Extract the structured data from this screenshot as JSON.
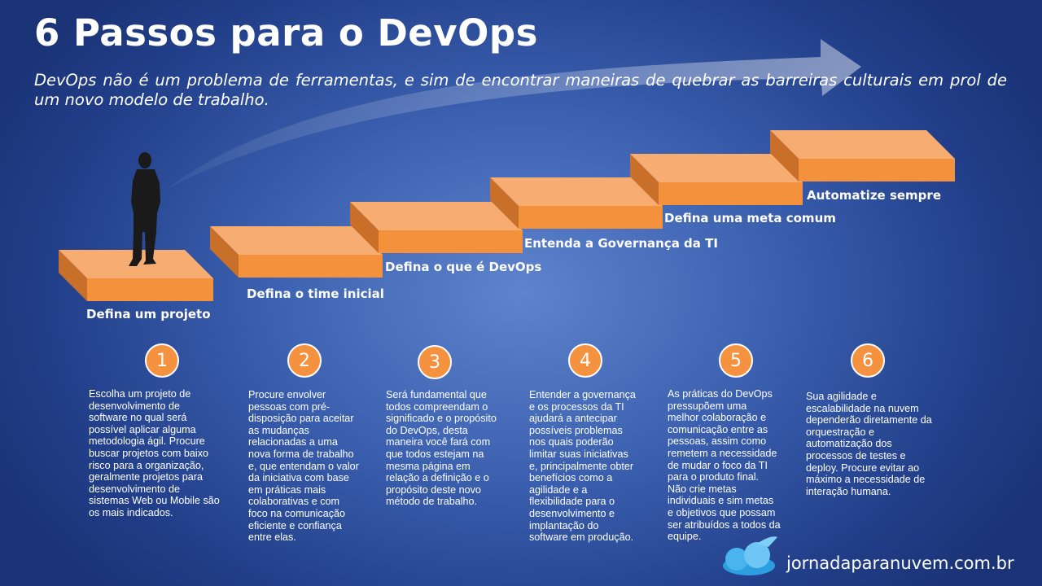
{
  "title": "6 Passos para o DevOps",
  "subtitle": "DevOps não é um problema de ferramentas, e sim de encontrar maneiras de quebrar as barreiras culturais em prol de um novo modelo de trabalho.",
  "colors": {
    "background_center": "#5f84cd",
    "background_edge": "#1b3478",
    "step_top": "#f7ad72",
    "step_front": "#f4913d",
    "step_side": "#c8702a",
    "circle": "#f4923f"
  },
  "steps": [
    {
      "number": "1",
      "label": "Defina um projeto",
      "text": "Escolha um projeto de\ndesenvolvimento de\nsoftware no qual será\npossível aplicar alguma\nmetodologia ágil. Procure\nbuscar projetos com baixo\nrisco para a organização,\ngeralmente projetos para\ndesenvolvimento de\nsistemas Web ou Mobile são\nos mais indicados."
    },
    {
      "number": "2",
      "label": "Defina o time inicial",
      "text": "Procure envolver\npessoas com pré-\ndisposição para aceitar\nas mudanças\nrelacionadas a uma\nnova forma de trabalho\ne, que entendam o valor\nda iniciativa com base\nem práticas mais\ncolaborativas e com\nfoco na comunicação\neficiente e confiança\nentre elas."
    },
    {
      "number": "3",
      "label": "Defina o que é DevOps",
      "text": "Será fundamental que\ntodos compreendam o\nsignificado e o propósito\ndo DevOps, desta\nmaneira você fará com\nque todos estejam na\nmesma página em\nrelação a definição e o\npropósito deste novo\nmétodo de trabalho."
    },
    {
      "number": "4",
      "label": "Entenda a Governança da TI",
      "text": "Entender a governança\ne os processos da TI\najudará a antecipar\npossíveis problemas\nnos quais poderão\nlimitar suas iniciativas\ne, principalmente obter\nbenefícios como a\nagilidade e a\nflexibilidade para o\ndesenvolvimento e\nimplantação do\nsoftware em produção."
    },
    {
      "number": "5",
      "label": "Defina uma meta comum",
      "text": "As práticas do DevOps\npressupõem uma\nmelhor colaboração e\ncomunicação entre as\npessoas, assim como\nremetem a necessidade\nde mudar o foco da TI\npara o produto final.\nNão crie metas\nindividuais e sim metas\ne objetivos que possam\nser atribuídos a todos da\nequipe."
    },
    {
      "number": "6",
      "label": "Automatize sempre",
      "text": "Sua agilidade e\nescalabilidade na nuvem\ndependerão diretamente da\norquestração e\nautomatização dos\nprocessos de testes e\ndeploy. Procure evitar ao\nmáximo a necessidade de\ninteração humana."
    }
  ],
  "footer": {
    "website": "jornadaparanuvem.com.br",
    "logo_icon": "cloud-logo-icon"
  }
}
